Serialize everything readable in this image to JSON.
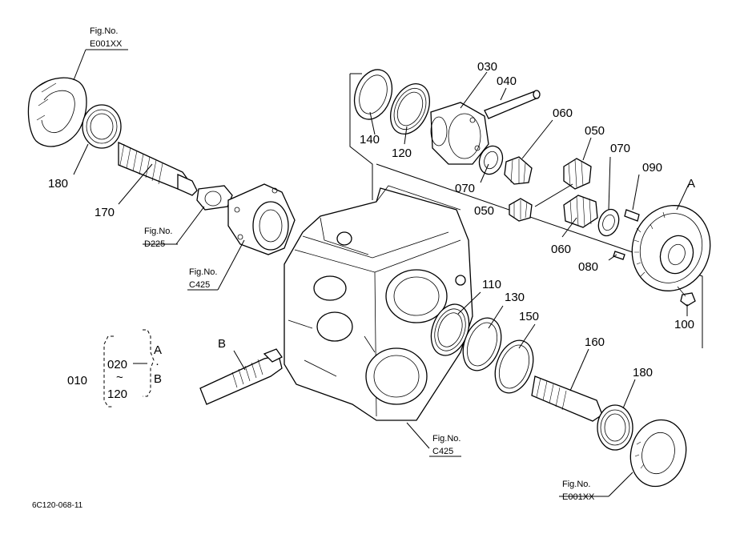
{
  "parts": {
    "p010": "010",
    "p020": "020",
    "p030": "030",
    "p040": "040",
    "p050a": "050",
    "p050b": "050",
    "p060a": "060",
    "p060b": "060",
    "p070a": "070",
    "p070b": "070",
    "p080": "080",
    "p090": "090",
    "p100": "100",
    "p110": "110",
    "p120a": "120",
    "p120b": "120",
    "p130": "130",
    "p140": "140",
    "p150": "150",
    "p160": "160",
    "p170": "170",
    "p180a": "180",
    "p180b": "180",
    "tilde": "~",
    "dot": "·"
  },
  "callouts": {
    "A_top": "A",
    "A_brace": "A",
    "B_brace": "B",
    "B_shaft": "B"
  },
  "figrefs": {
    "fig_label": "Fig.No.",
    "e001_top": "E001XX",
    "d225": "D225",
    "c425_left": "C425",
    "c425_bottom": "C425",
    "e001_bottom": "E001XX"
  },
  "footer": {
    "drawing_code": "6C120-068-11"
  }
}
